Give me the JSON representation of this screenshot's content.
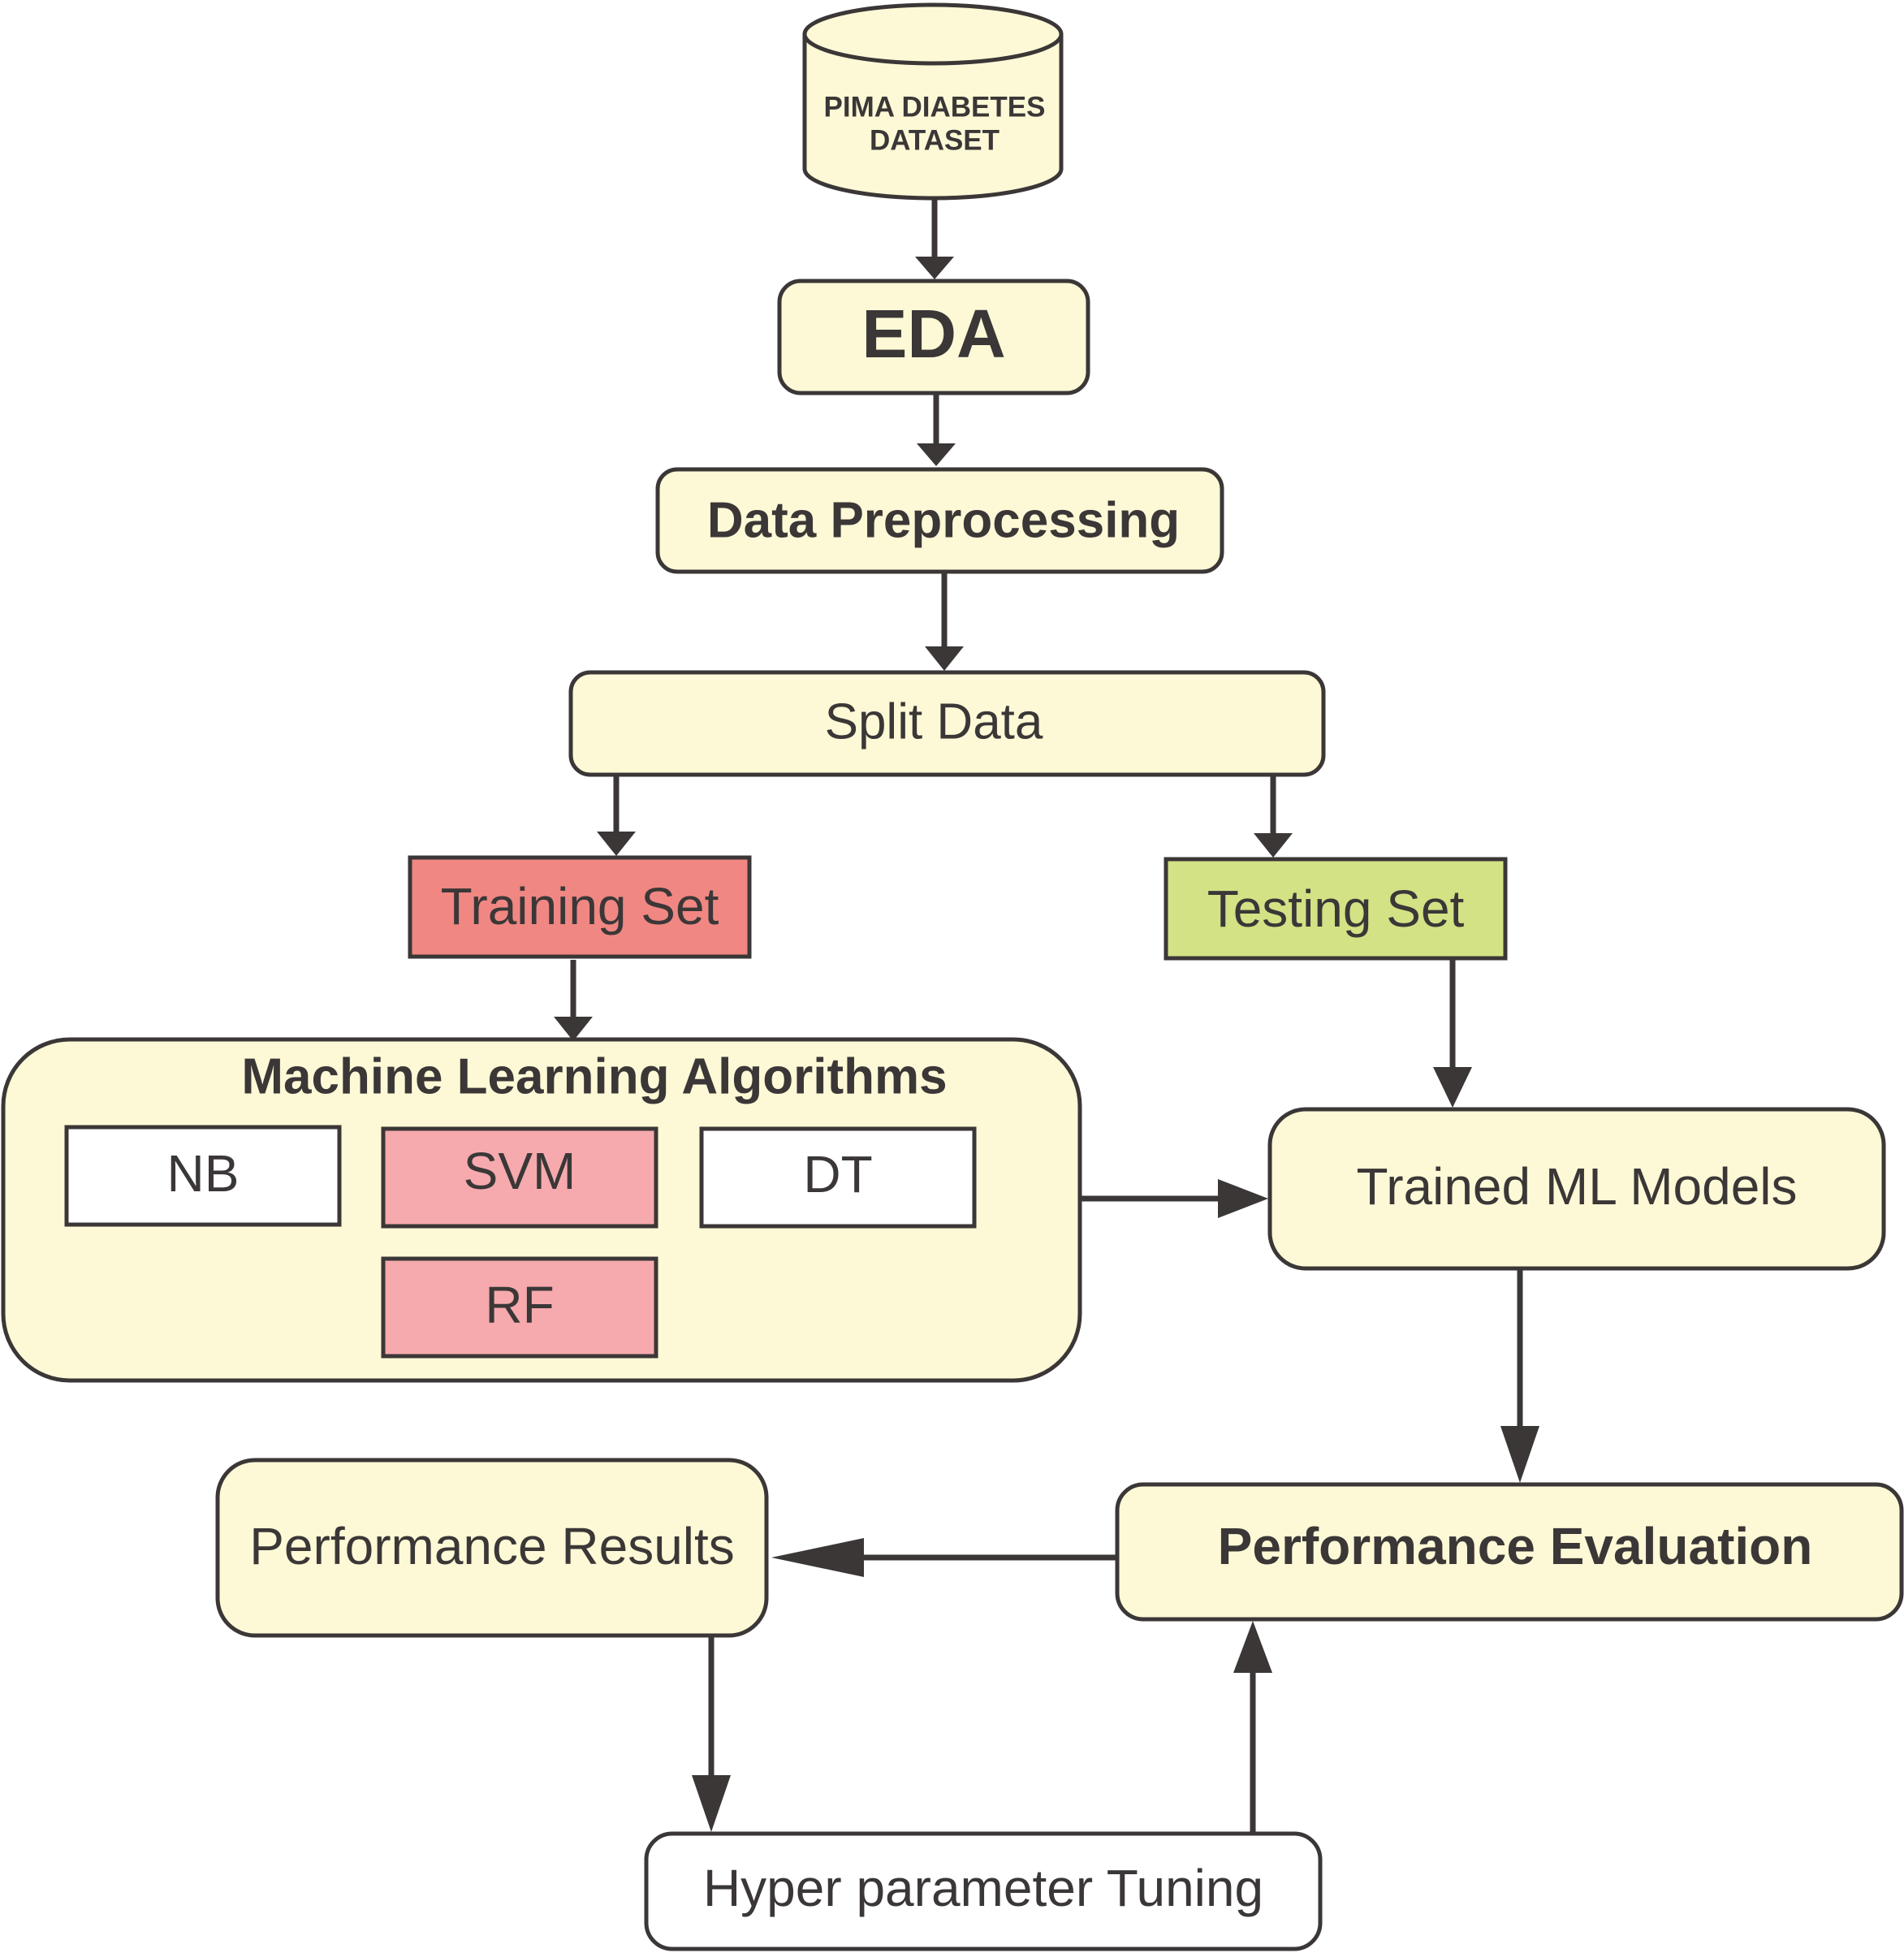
{
  "colors": {
    "cream": "#fdf9d6",
    "training_red": "#f08783",
    "testing_green": "#d3e285",
    "algo_pink": "#f6aaad",
    "white": "#ffffff",
    "outline": "#3b3737"
  },
  "nodes": {
    "dataset": {
      "line1": "PIMA DIABETES",
      "line2": "DATASET"
    },
    "eda": {
      "label": "EDA"
    },
    "preprocessing": {
      "label": "Data Preprocessing"
    },
    "split": {
      "label": "Split Data"
    },
    "training": {
      "label": "Training Set"
    },
    "testing": {
      "label": "Testing Set"
    },
    "ml_group": {
      "title": "Machine Learning Algorithms",
      "algorithms": [
        "NB",
        "SVM",
        "DT",
        "RF"
      ]
    },
    "trained": {
      "label": "Trained ML Models"
    },
    "evaluation": {
      "label": "Performance Evaluation"
    },
    "results": {
      "label": "Performance Results"
    },
    "tuning": {
      "label": "Hyper parameter Tuning"
    }
  }
}
